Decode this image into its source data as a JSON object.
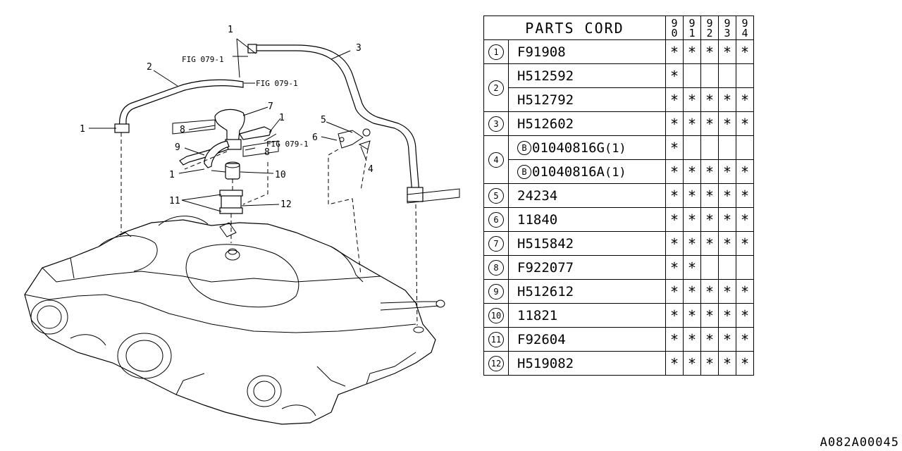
{
  "diagram": {
    "callouts": [
      "1",
      "2",
      "3",
      "1",
      "7",
      "1",
      "8",
      "9",
      "8",
      "1",
      "10",
      "11",
      "12",
      "5",
      "6",
      "4"
    ],
    "fig_refs": [
      "FIG 079-1",
      "FIG 079-1",
      "FIG 079-1"
    ]
  },
  "table": {
    "title": "PARTS CORD",
    "years": [
      [
        "9",
        "0"
      ],
      [
        "9",
        "1"
      ],
      [
        "9",
        "2"
      ],
      [
        "9",
        "3"
      ],
      [
        "9",
        "4"
      ]
    ],
    "rows": [
      {
        "num": "1",
        "code": "F91908",
        "marks": [
          "*",
          "*",
          "*",
          "*",
          "*"
        ]
      },
      {
        "num": "2",
        "code": "H512592",
        "marks": [
          "*",
          "",
          "",
          "",
          ""
        ]
      },
      {
        "num": "",
        "code": "H512792",
        "marks": [
          "*",
          "*",
          "*",
          "*",
          "*"
        ]
      },
      {
        "num": "3",
        "code": "H512602",
        "marks": [
          "*",
          "*",
          "*",
          "*",
          "*"
        ]
      },
      {
        "num": "4",
        "prefix": "B",
        "code": "01040816G",
        "qty": "(1)",
        "marks": [
          "*",
          "",
          "",
          "",
          ""
        ]
      },
      {
        "num": "",
        "prefix": "B",
        "code": "01040816A",
        "qty": "(1)",
        "marks": [
          "*",
          "*",
          "*",
          "*",
          "*"
        ]
      },
      {
        "num": "5",
        "code": "24234",
        "marks": [
          "*",
          "*",
          "*",
          "*",
          "*"
        ]
      },
      {
        "num": "6",
        "code": "11840",
        "marks": [
          "*",
          "*",
          "*",
          "*",
          "*"
        ]
      },
      {
        "num": "7",
        "code": "H515842",
        "marks": [
          "*",
          "*",
          "*",
          "*",
          "*"
        ]
      },
      {
        "num": "8",
        "code": "F922077",
        "marks": [
          "*",
          "*",
          "",
          "",
          ""
        ]
      },
      {
        "num": "9",
        "code": "H512612",
        "marks": [
          "*",
          "*",
          "*",
          "*",
          "*"
        ]
      },
      {
        "num": "10",
        "code": "11821",
        "marks": [
          "*",
          "*",
          "*",
          "*",
          "*"
        ]
      },
      {
        "num": "11",
        "code": "F92604",
        "marks": [
          "*",
          "*",
          "*",
          "*",
          "*"
        ]
      },
      {
        "num": "12",
        "code": "H519082",
        "marks": [
          "*",
          "*",
          "*",
          "*",
          "*"
        ]
      }
    ]
  },
  "reference_code": "A082A00045"
}
